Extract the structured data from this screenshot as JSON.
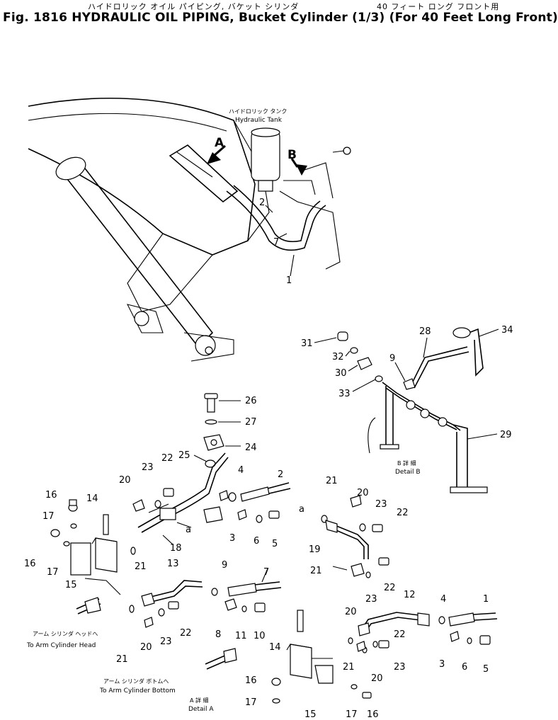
{
  "header": {
    "jp_title": "ハイドロリック オイル パイピング, バケット シリンダ",
    "jp_suffix": "40 フィート ロング フロント用",
    "en_title": "Fig. 1816  HYDRAULIC OIL PIPING, Bucket Cylinder (1/3) (For 40 Feet Long Front)"
  },
  "overview": {
    "tank_jp": "ハイドロリック タンク",
    "tank_en": "Hydraulic Tank",
    "view_a": "A",
    "view_b": "B",
    "callouts": [
      "2",
      "7",
      "1"
    ]
  },
  "detail_b": {
    "title_jp": "B 詳 細",
    "title_en": "Detail B",
    "callouts": [
      "31",
      "32",
      "30",
      "33",
      "28",
      "9",
      "34",
      "29"
    ]
  },
  "detail_a": {
    "title_jp": "A 詳 細",
    "title_en": "Detail A",
    "head_jp": "アーム シリンダ ヘッドへ",
    "head_en": "To Arm Cylinder Head",
    "bottom_jp": "アーム シリンダ ボトムへ",
    "bottom_en": "To Arm Cylinder Bottom",
    "ref_a": "a"
  },
  "callouts": {
    "c26": "26",
    "c27": "27",
    "c24": "24",
    "c25": "25",
    "c22a": "22",
    "c23a": "23",
    "c20a": "20",
    "c4a": "4",
    "c2": "2",
    "c16a": "16",
    "c14a": "14",
    "c17a": "17",
    "c16b": "16",
    "c17b": "17",
    "c15a": "15",
    "c3a": "3",
    "c6a": "6",
    "c5a": "5",
    "c18": "18",
    "c21a": "21",
    "c13": "13",
    "c9": "9",
    "c7": "7",
    "c8": "8",
    "c11": "11",
    "c10": "10",
    "c20b": "20",
    "c23b": "23",
    "c22b": "22",
    "c21b": "21",
    "c21c": "21",
    "c20c": "20",
    "c23c": "23",
    "c22c": "22",
    "c19": "19",
    "c21d": "21",
    "c22d": "22",
    "c20d": "20",
    "c23d": "23",
    "c12": "12",
    "c4b": "4",
    "c1": "1",
    "c3b": "3",
    "c6b": "6",
    "c5b": "5",
    "c14b": "14",
    "c22e": "22",
    "c23e": "23",
    "c21e": "21",
    "c20e": "20",
    "c16c": "16",
    "c17c": "17",
    "c15b": "15",
    "c17d": "17",
    "c16d": "16"
  }
}
